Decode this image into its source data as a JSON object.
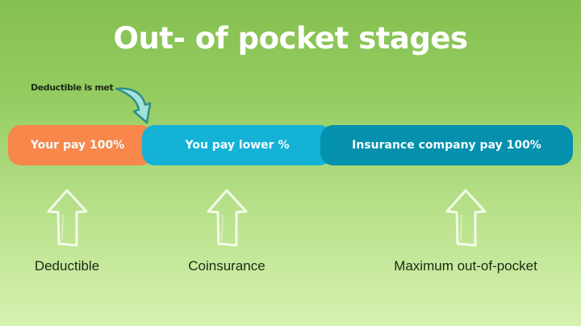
{
  "title": "Out- of pocket stages",
  "callout": {
    "label": "Deductible is met",
    "icon": "curved-arrow-down-icon"
  },
  "bar": {
    "segments": [
      {
        "label": "Your pay 100%",
        "color": "#f7874a"
      },
      {
        "label": "You pay lower %",
        "color": "#15b2d7"
      },
      {
        "label": "Insurance company pay 100%",
        "color": "#0590ad"
      }
    ]
  },
  "stages": [
    {
      "label": "Deductible",
      "icon": "up-arrow-icon"
    },
    {
      "label": "Coinsurance",
      "icon": "up-arrow-icon"
    },
    {
      "label": "Maximum out-of-pocket",
      "icon": "up-arrow-icon"
    }
  ],
  "colors": {
    "background_top": "#84c04f",
    "background_bottom": "#d6f2b0",
    "title": "#ffffff"
  }
}
